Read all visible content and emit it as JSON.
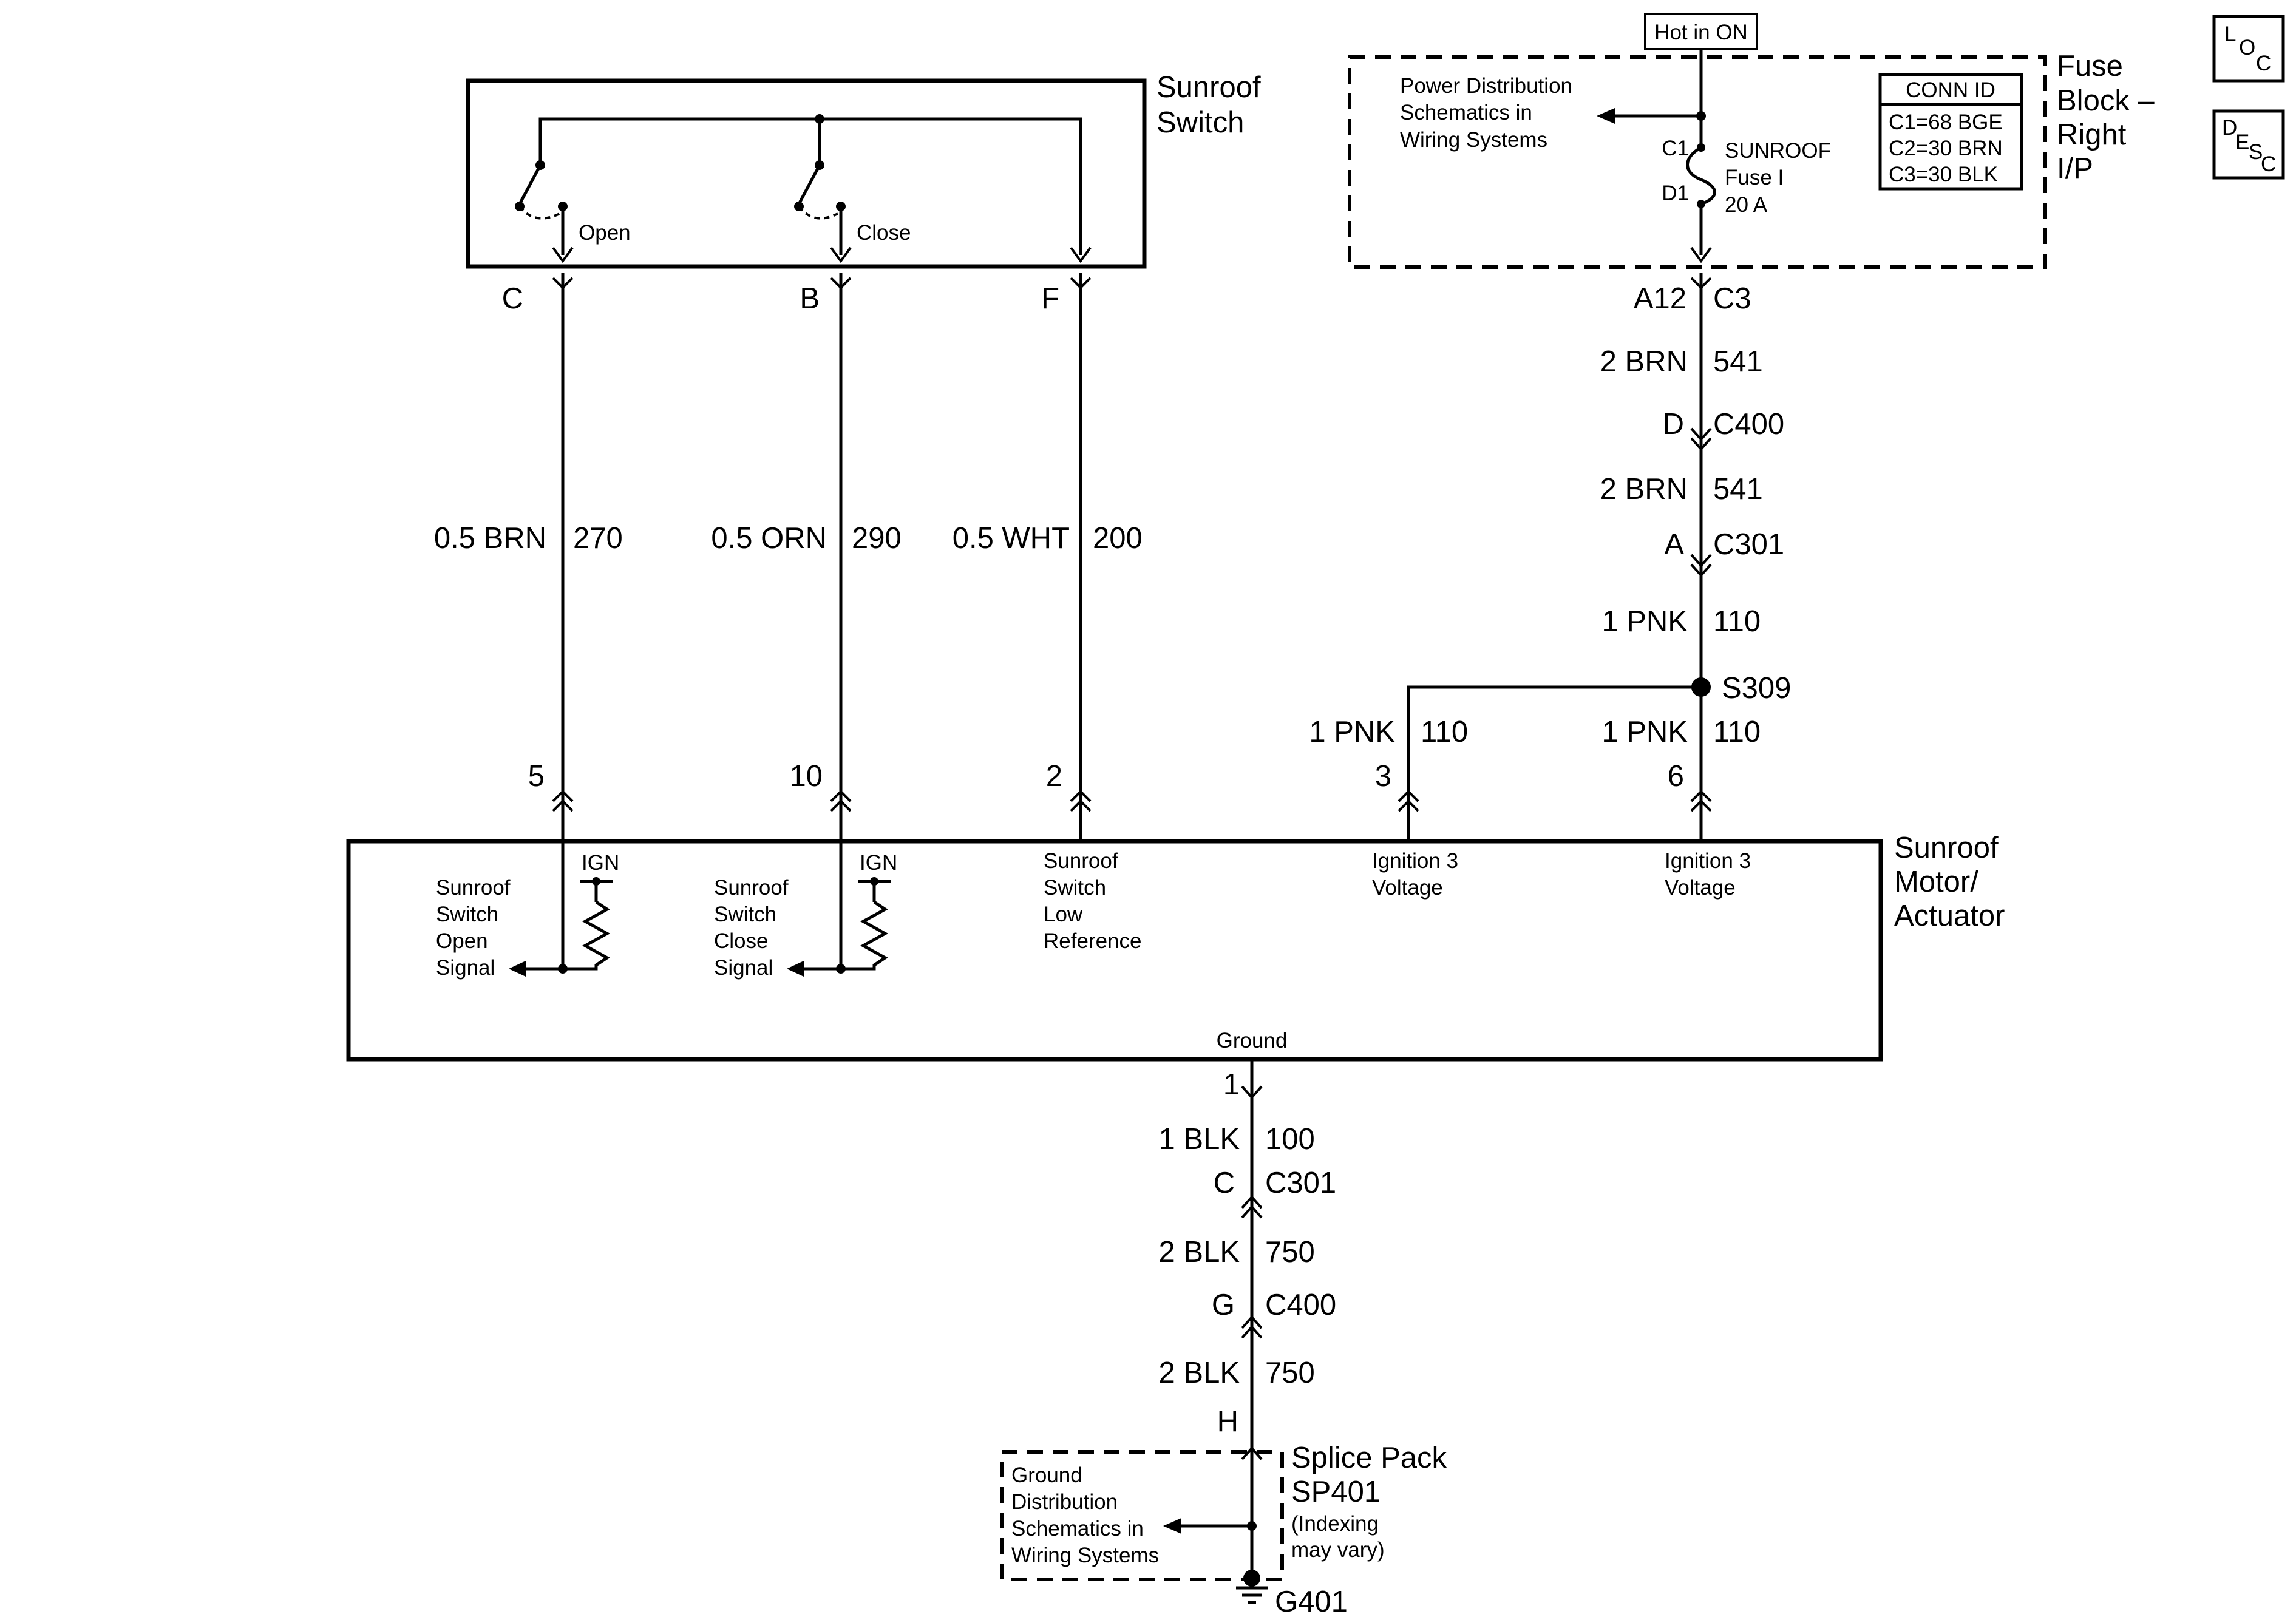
{
  "components": {
    "sunroof_switch": {
      "name": [
        "Sunroof",
        "Switch"
      ],
      "contacts": {
        "open": "Open",
        "close": "Close"
      },
      "terminals": {
        "open": "C",
        "close": "B",
        "ref": "F"
      }
    },
    "fuse_block": {
      "name": [
        "Fuse",
        "Block –",
        "Right",
        "I/P"
      ],
      "hot_in": "Hot in ON",
      "power_ref": [
        "Power Distribution",
        "Schematics in",
        "Wiring Systems"
      ],
      "fuse": {
        "c1": "C1",
        "d1": "D1",
        "name": [
          "SUNROOF",
          "Fuse I",
          "20 A"
        ]
      },
      "conn_id": {
        "title": "CONN ID",
        "rows": [
          "C1=68 BGE",
          "C2=30 BRN",
          "C3=30 BLK"
        ]
      },
      "out_pin": "A12",
      "out_conn": "C3"
    },
    "motor": {
      "name": [
        "Sunroof",
        "Motor/",
        "Actuator"
      ],
      "ign": "IGN",
      "open_signal": [
        "Sunroof",
        "Switch",
        "Open",
        "Signal"
      ],
      "close_signal": [
        "Sunroof",
        "Switch",
        "Close",
        "Signal"
      ],
      "low_ref": [
        "Sunroof",
        "Switch",
        "Low",
        "Reference"
      ],
      "ign3_a": [
        "Ignition 3",
        "Voltage"
      ],
      "ign3_b": [
        "Ignition 3",
        "Voltage"
      ],
      "ground": "Ground",
      "pins": {
        "open": "5",
        "close": "10",
        "ref": "2",
        "ign_a": "3",
        "ign_b": "6",
        "gnd": "1"
      }
    },
    "splice_pack": {
      "name": [
        "Splice Pack",
        "SP401",
        "(Indexing",
        "may vary)"
      ],
      "ground_ref": [
        "Ground",
        "Distribution",
        "Schematics in",
        "Wiring Systems"
      ]
    },
    "ground": "G401"
  },
  "wires": {
    "open": {
      "size": "0.5 BRN",
      "circuit": "270"
    },
    "close": {
      "size": "0.5 ORN",
      "circuit": "290"
    },
    "ref": {
      "size": "0.5 WHT",
      "circuit": "200"
    },
    "fuse_to_c400": {
      "size": "2 BRN",
      "circuit": "541"
    },
    "c400_to_c301": {
      "size": "2 BRN",
      "circuit": "541"
    },
    "c301_to_splice": {
      "size": "1 PNK",
      "circuit": "110"
    },
    "splice_to_3": {
      "size": "1 PNK",
      "circuit": "110"
    },
    "splice_to_6": {
      "size": "1 PNK",
      "circuit": "110"
    },
    "gnd_1": {
      "size": "1 BLK",
      "circuit": "100"
    },
    "gnd_2": {
      "size": "2 BLK",
      "circuit": "750"
    },
    "gnd_3": {
      "size": "2 BLK",
      "circuit": "750"
    }
  },
  "connectors": {
    "c400_top": {
      "pin": "D",
      "name": "C400"
    },
    "c301_top": {
      "pin": "A",
      "name": "C301"
    },
    "splice": "S309",
    "c301_bot": {
      "pin": "C",
      "name": "C301"
    },
    "c400_bot": {
      "pin": "G",
      "name": "C400"
    },
    "sp_pin": "H"
  },
  "nav_icons": {
    "loc": [
      "L",
      "O",
      "C"
    ],
    "desc": [
      "D",
      "E",
      "S",
      "C"
    ]
  }
}
